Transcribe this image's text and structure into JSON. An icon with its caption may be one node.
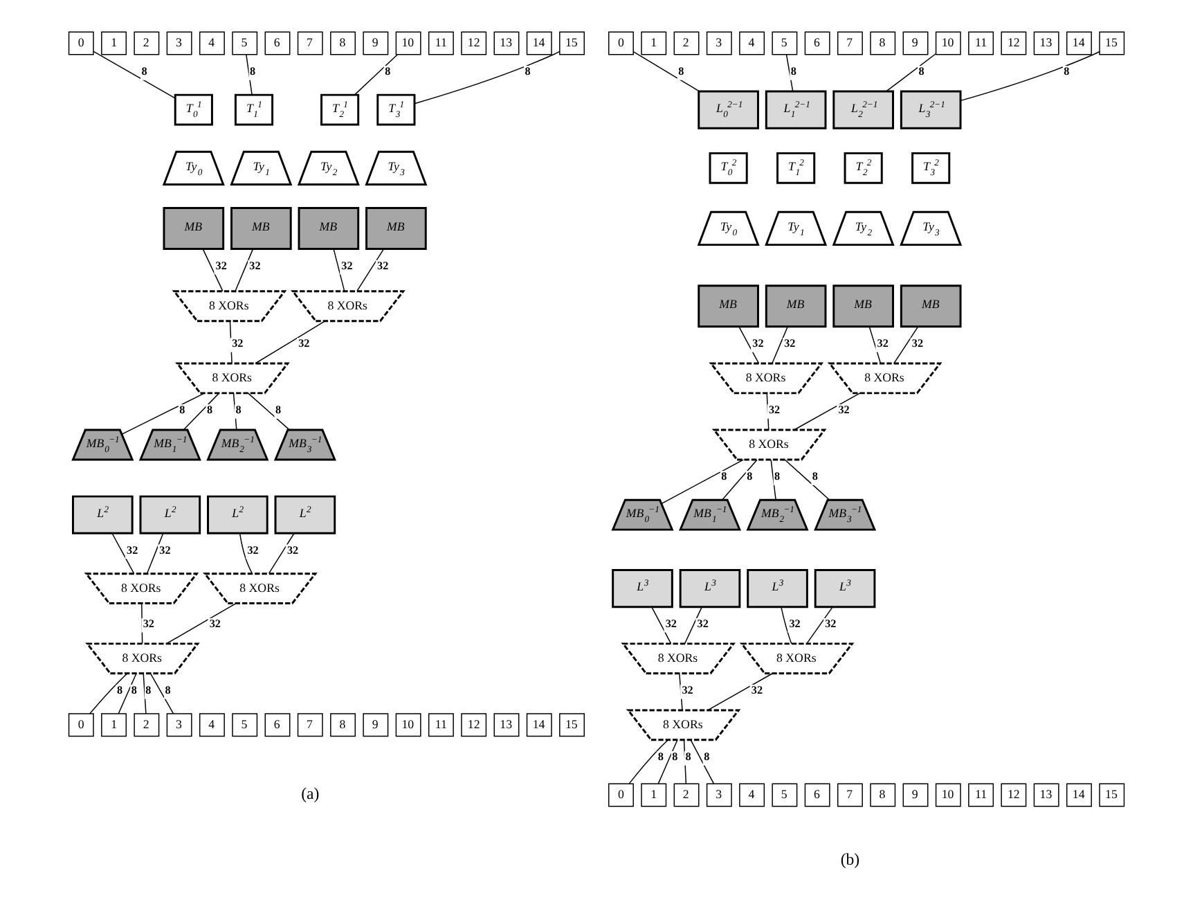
{
  "diagram": {
    "nodes": [
      {
        "text": [
          "0"
        ]
      },
      {
        "text": [
          "1"
        ]
      },
      {
        "text": [
          "2"
        ]
      },
      {
        "text": [
          "3"
        ]
      },
      {
        "text": [
          "4"
        ]
      },
      {
        "text": [
          "5"
        ]
      },
      {
        "text": [
          "6"
        ]
      },
      {
        "text": [
          "7"
        ]
      },
      {
        "text": [
          "8"
        ]
      },
      {
        "text": [
          "9"
        ]
      },
      {
        "text": [
          "10"
        ]
      },
      {
        "text": [
          "11"
        ]
      },
      {
        "text": [
          "12"
        ]
      },
      {
        "text": [
          "13"
        ]
      },
      {
        "text": [
          "14"
        ]
      },
      {
        "text": [
          "15"
        ]
      },
      {
        "text": [
          "T$_{0}$$^{1}$"
        ]
      },
      {
        "text": [
          "T$_{1}$$^{1}$"
        ]
      },
      {
        "text": [
          "T$_{2}$$^{1}$"
        ]
      },
      {
        "text": [
          "T$_{3}$$^{1}$"
        ]
      },
      {
        "text": [
          "Ty$_{0}$"
        ]
      },
      {
        "text": [
          "Ty$_{1}$"
        ]
      },
      {
        "text": [
          "Ty$_{2}$"
        ]
      },
      {
        "text": [
          "Ty$_{3}$"
        ]
      },
      {
        "text": [
          "MB"
        ]
      },
      {
        "text": [
          "MB"
        ]
      },
      {
        "text": [
          "MB"
        ]
      },
      {
        "text": [
          "MB"
        ]
      },
      {
        "text": [
          "8 XORs"
        ]
      },
      {
        "text": [
          "8 XORs"
        ]
      },
      {
        "text": [
          "8 XORs"
        ]
      },
      {
        "text": [
          "MB$_{0}$$^{−1}$"
        ]
      },
      {
        "text": [
          "MB$_{1}$$^{−1}$"
        ]
      },
      {
        "text": [
          "MB$_{2}$$^{−1}$"
        ]
      },
      {
        "text": [
          "MB$_{3}$$^{−1}$"
        ]
      },
      {
        "text": [
          "L$^{2}$"
        ]
      },
      {
        "text": [
          "L$^{2}$"
        ]
      },
      {
        "text": [
          "L$^{2}$"
        ]
      },
      {
        "text": [
          "L$^{2}$"
        ]
      },
      {
        "text": [
          "8 XORs"
        ]
      },
      {
        "text": [
          "8 XORs"
        ]
      },
      {
        "text": [
          "8 XORs"
        ]
      },
      {
        "text": [
          "0"
        ]
      },
      {
        "text": [
          "1"
        ]
      },
      {
        "text": [
          "2"
        ]
      },
      {
        "text": [
          "3"
        ]
      },
      {
        "text": [
          "4"
        ]
      },
      {
        "text": [
          "5"
        ]
      },
      {
        "text": [
          "6"
        ]
      },
      {
        "text": [
          "7"
        ]
      },
      {
        "text": [
          "8"
        ]
      },
      {
        "text": [
          "9"
        ]
      },
      {
        "text": [
          "10"
        ]
      },
      {
        "text": [
          "11"
        ]
      },
      {
        "text": [
          "12"
        ]
      },
      {
        "text": [
          "13"
        ]
      },
      {
        "text": [
          "14"
        ]
      },
      {
        "text": [
          "15"
        ]
      },
      {
        "text": [
          "0"
        ]
      },
      {
        "text": [
          "1"
        ]
      },
      {
        "text": [
          "2"
        ]
      },
      {
        "text": [
          "3"
        ]
      },
      {
        "text": [
          "4"
        ]
      },
      {
        "text": [
          "5"
        ]
      },
      {
        "text": [
          "6"
        ]
      },
      {
        "text": [
          "7"
        ]
      },
      {
        "text": [
          "8"
        ]
      },
      {
        "text": [
          "9"
        ]
      },
      {
        "text": [
          "10"
        ]
      },
      {
        "text": [
          "11"
        ]
      },
      {
        "text": [
          "12"
        ]
      },
      {
        "text": [
          "13"
        ]
      },
      {
        "text": [
          "14"
        ]
      },
      {
        "text": [
          "15"
        ]
      },
      {
        "text": [
          "L$_{0}$$^{2−1}$"
        ]
      },
      {
        "text": [
          "L$_{1}$$^{2−1}$"
        ]
      },
      {
        "text": [
          "L$_{2}$$^{2−1}$"
        ]
      },
      {
        "text": [
          "L$_{3}$$^{2−1}$"
        ]
      },
      {
        "text": [
          "T$_{0}$$^{2}$"
        ]
      },
      {
        "text": [
          "T$_{1}$$^{2}$"
        ]
      },
      {
        "text": [
          "T$_{2}$$^{2}$"
        ]
      },
      {
        "text": [
          "T$_{3}$$^{2}$"
        ]
      },
      {
        "text": [
          "Ty$_{0}$"
        ]
      },
      {
        "text": [
          "Ty$_{1}$"
        ]
      },
      {
        "text": [
          "Ty$_{2}$"
        ]
      },
      {
        "text": [
          "Ty$_{3}$"
        ]
      },
      {
        "text": [
          "MB"
        ]
      },
      {
        "text": [
          "MB"
        ]
      },
      {
        "text": [
          "MB"
        ]
      },
      {
        "text": [
          "MB"
        ]
      },
      {
        "text": [
          "8 XORs"
        ]
      },
      {
        "text": [
          "8 XORs"
        ]
      },
      {
        "text": [
          "8 XORs"
        ]
      },
      {
        "text": [
          "MB$_{0}$$^{−1}$"
        ]
      },
      {
        "text": [
          "MB$_{1}$$^{−1}$"
        ]
      },
      {
        "text": [
          "MB$_{2}$$^{−1}$"
        ]
      },
      {
        "text": [
          "MB$_{3}$$^{−1}$"
        ]
      },
      {
        "text": [
          "L$^{3}$"
        ]
      },
      {
        "text": [
          "L$^{3}$"
        ]
      },
      {
        "text": [
          "L$^{3}$"
        ]
      },
      {
        "text": [
          "L$^{3}$"
        ]
      },
      {
        "text": [
          "8 XORs"
        ]
      },
      {
        "text": [
          "8 XORs"
        ]
      },
      {
        "text": [
          "8 XORs"
        ]
      },
      {
        "text": [
          "0"
        ]
      },
      {
        "text": [
          "1"
        ]
      },
      {
        "text": [
          "2"
        ]
      },
      {
        "text": [
          "3"
        ]
      },
      {
        "text": [
          "4"
        ]
      },
      {
        "text": [
          "5"
        ]
      },
      {
        "text": [
          "6"
        ]
      },
      {
        "text": [
          "7"
        ]
      },
      {
        "text": [
          "8"
        ]
      },
      {
        "text": [
          "9"
        ]
      },
      {
        "text": [
          "10"
        ]
      },
      {
        "text": [
          "11"
        ]
      },
      {
        "text": [
          "12"
        ]
      },
      {
        "text": [
          "13"
        ]
      },
      {
        "text": [
          "14"
        ]
      },
      {
        "text": [
          "15"
        ]
      }
    ],
    "edges": [
      {
        "from": 0,
        "to": 16,
        "arrow": "none",
        "label": "8"
      },
      {
        "from": 5,
        "to": 17,
        "arrow": "none",
        "label": "8"
      },
      {
        "from": 10,
        "to": 18,
        "arrow": "none",
        "label": "8"
      },
      {
        "from": 15,
        "to": 19,
        "arrow": "none",
        "label": "8"
      },
      {
        "from": 24,
        "to": 28,
        "arrow": "none",
        "label": "32"
      },
      {
        "from": 25,
        "to": 28,
        "arrow": "none",
        "label": "32"
      },
      {
        "from": 26,
        "to": 29,
        "arrow": "none",
        "label": "32"
      },
      {
        "from": 27,
        "to": 29,
        "arrow": "none",
        "label": "32"
      },
      {
        "from": 28,
        "to": 30,
        "arrow": "none",
        "label": "32"
      },
      {
        "from": 29,
        "to": 30,
        "arrow": "none",
        "label": "32"
      },
      {
        "from": 30,
        "to": 31,
        "arrow": "none",
        "label": "8"
      },
      {
        "from": 30,
        "to": 32,
        "arrow": "none",
        "label": "8"
      },
      {
        "from": 30,
        "to": 33,
        "arrow": "none",
        "label": "8"
      },
      {
        "from": 30,
        "to": 34,
        "arrow": "none",
        "label": "8"
      },
      {
        "from": 35,
        "to": 39,
        "arrow": "none",
        "label": "32"
      },
      {
        "from": 36,
        "to": 39,
        "arrow": "none",
        "label": "32"
      },
      {
        "from": 37,
        "to": 40,
        "arrow": "none",
        "label": "32"
      },
      {
        "from": 38,
        "to": 40,
        "arrow": "none",
        "label": "32"
      },
      {
        "from": 39,
        "to": 41,
        "arrow": "none",
        "label": "32"
      },
      {
        "from": 40,
        "to": 41,
        "arrow": "none",
        "label": "32"
      },
      {
        "from": 41,
        "to": 42,
        "arrow": "none",
        "label": "8"
      },
      {
        "from": 41,
        "to": 43,
        "arrow": "none",
        "label": "8"
      },
      {
        "from": 41,
        "to": 44,
        "arrow": "none",
        "label": "8"
      },
      {
        "from": 41,
        "to": 45,
        "arrow": "none",
        "label": "8"
      },
      {
        "from": 58,
        "to": 74,
        "arrow": "none",
        "label": "8"
      },
      {
        "from": 63,
        "to": 75,
        "arrow": "none",
        "label": "8"
      },
      {
        "from": 68,
        "to": 76,
        "arrow": "none",
        "label": "8"
      },
      {
        "from": 73,
        "to": 77,
        "arrow": "none",
        "label": "8"
      },
      {
        "from": 86,
        "to": 90,
        "arrow": "none",
        "label": "32"
      },
      {
        "from": 87,
        "to": 90,
        "arrow": "none",
        "label": "32"
      },
      {
        "from": 88,
        "to": 91,
        "arrow": "none",
        "label": "32"
      },
      {
        "from": 89,
        "to": 91,
        "arrow": "none",
        "label": "32"
      },
      {
        "from": 90,
        "to": 92,
        "arrow": "none",
        "label": "32"
      },
      {
        "from": 91,
        "to": 92,
        "arrow": "none",
        "label": "32"
      },
      {
        "from": 92,
        "to": 93,
        "arrow": "none",
        "label": "8"
      },
      {
        "from": 92,
        "to": 94,
        "arrow": "none",
        "label": "8"
      },
      {
        "from": 92,
        "to": 95,
        "arrow": "none",
        "label": "8"
      },
      {
        "from": 92,
        "to": 96,
        "arrow": "none",
        "label": "8"
      },
      {
        "from": 97,
        "to": 101,
        "arrow": "none",
        "label": "32"
      },
      {
        "from": 98,
        "to": 101,
        "arrow": "none",
        "label": "32"
      },
      {
        "from": 99,
        "to": 102,
        "arrow": "none",
        "label": "32"
      },
      {
        "from": 100,
        "to": 102,
        "arrow": "none",
        "label": "32"
      },
      {
        "from": 101,
        "to": 103,
        "arrow": "none",
        "label": "32"
      },
      {
        "from": 102,
        "to": 103,
        "arrow": "none",
        "label": "32"
      },
      {
        "from": 103,
        "to": 104,
        "arrow": "none",
        "label": "8"
      },
      {
        "from": 103,
        "to": 105,
        "arrow": "none",
        "label": "8"
      },
      {
        "from": 103,
        "to": 106,
        "arrow": "none",
        "label": "8"
      },
      {
        "from": 103,
        "to": 107,
        "arrow": "none",
        "label": "8"
      }
    ],
    "labels": [
      "(a)",
      "(b)"
    ]
  }
}
